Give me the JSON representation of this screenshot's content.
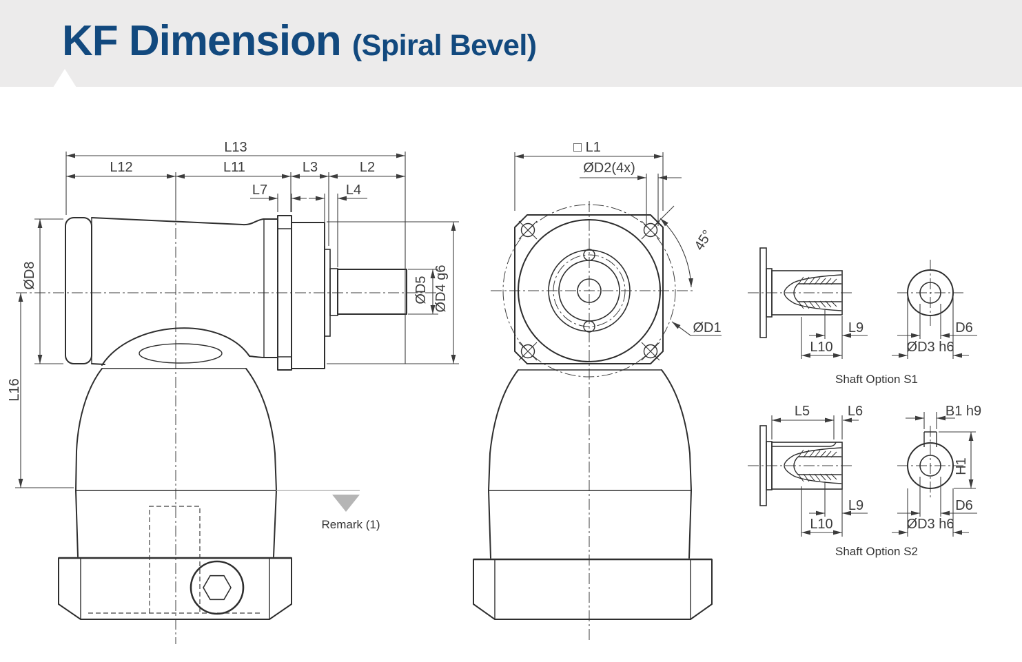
{
  "header": {
    "title": "KF Dimension",
    "subtitle": "(Spiral Bevel)"
  },
  "side_view": {
    "l13": "L13",
    "l12": "L12",
    "l11": "L11",
    "l3": "L3",
    "l2": "L2",
    "l7": "L7",
    "l4": "L4",
    "d8": "ØD8",
    "l16": "L16",
    "d5": "ØD5",
    "d4": "ØD4 g6",
    "remark": "Remark (1)"
  },
  "front_view": {
    "l1": "□ L1",
    "d2": "ØD2(4x)",
    "angle": "45°",
    "d1": "ØD1"
  },
  "shaft_s1": {
    "l9": "L9",
    "l10": "L10",
    "d6": "D6",
    "d3": "ØD3 h6",
    "caption": "Shaft Option S1"
  },
  "shaft_s2": {
    "l5": "L5",
    "l6": "L6",
    "b1": "B1 h9",
    "h1": "H1",
    "l9": "L9",
    "l10": "L10",
    "d6": "D6",
    "d3": "ØD3 h6",
    "caption": "Shaft Option S2"
  },
  "colors": {
    "title_blue": "#12497E",
    "header_bg": "#ECEBEB",
    "line_dark": "#2E2E2E",
    "dim_gray": "#3C3C3C",
    "remark_gray": "#B5B5B5"
  }
}
